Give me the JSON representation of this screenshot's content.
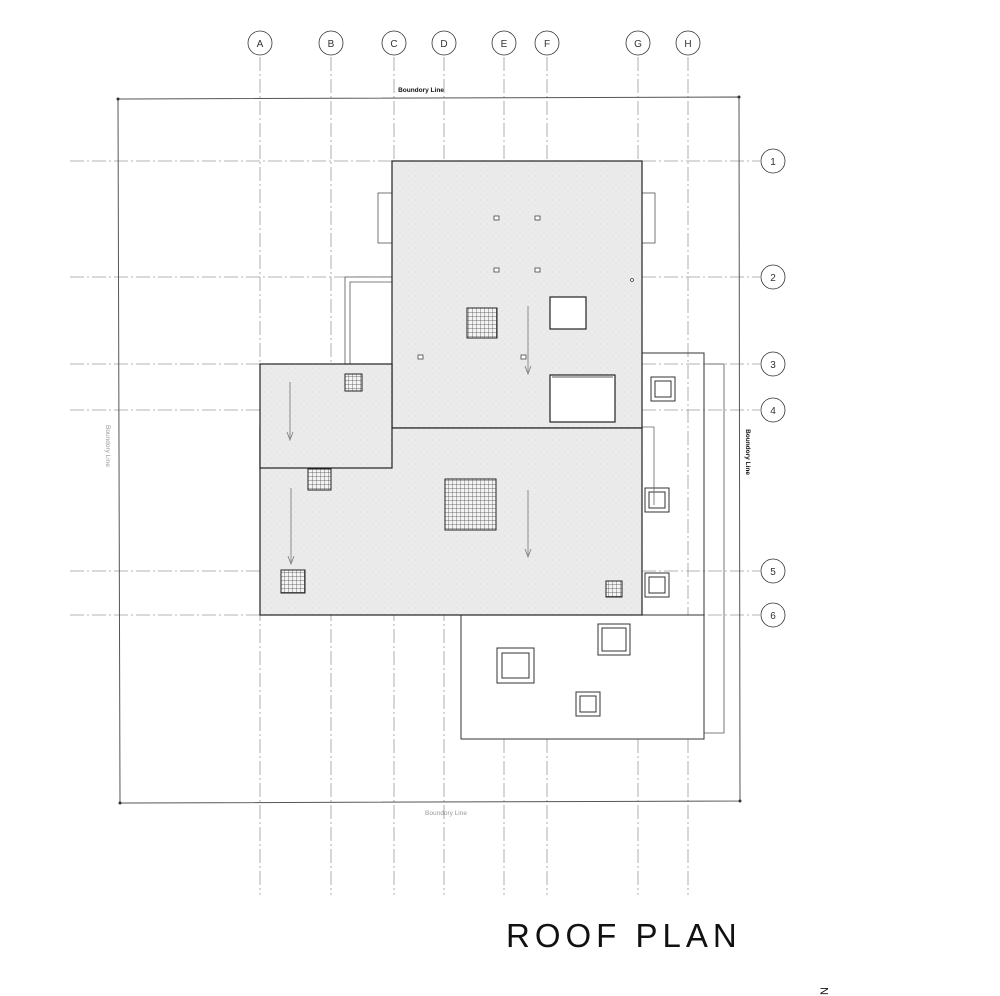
{
  "grid": {
    "columns": [
      "A",
      "B",
      "C",
      "D",
      "E",
      "F",
      "G",
      "H"
    ],
    "rows": [
      "1",
      "2",
      "3",
      "4",
      "5",
      "6"
    ]
  },
  "boundary": {
    "top_label": "Boundory Line",
    "left_label": "Boundory Line",
    "right_label": "Boundory Line",
    "bottom_label": "Boundory Line"
  },
  "title": "ROOF PLAN",
  "north_mark": "N",
  "colors": {
    "line": "#222222",
    "grid": "#9a9a9a",
    "roof_fill": "#e9e9e9"
  }
}
